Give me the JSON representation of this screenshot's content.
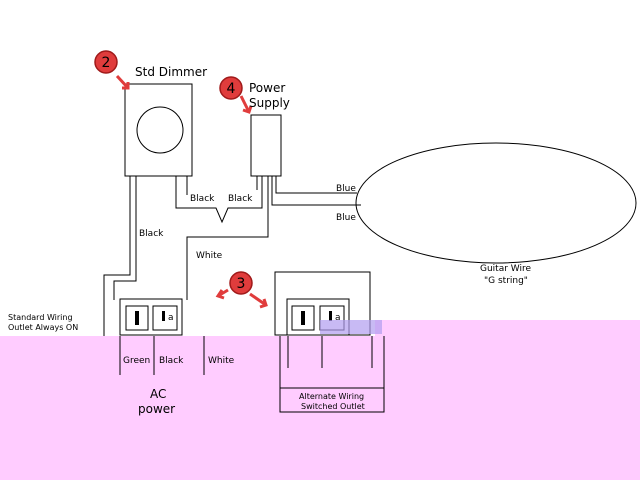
{
  "colors": {
    "background": "#ffffff",
    "pink_region": "#ffccff",
    "line": "#000000",
    "marker_fill": "#e03c3c",
    "marker_stroke": "#a01a1a",
    "highlight": "#b09cf0"
  },
  "markers": [
    {
      "number": "2"
    },
    {
      "number": "4"
    },
    {
      "number": "3"
    }
  ],
  "labels": {
    "dimmer": "Std Dimmer",
    "power_supply_line1": "Power",
    "power_supply_line2": "Supply",
    "black_left": "Black",
    "black_right": "Black",
    "black_vertical": "Black",
    "white_top": "White",
    "blue_top": "Blue",
    "blue_bottom": "Blue",
    "guitar_wire_line1": "Guitar Wire",
    "guitar_wire_line2": "\"G string\"",
    "standard_wiring_line1": "Standard Wiring",
    "standard_wiring_line2": "Outlet Always ON",
    "green": "Green",
    "black_bottom": "Black",
    "white_bottom": "White",
    "ac_line1": "AC",
    "ac_line2": "power",
    "alternate_line1": "Alternate Wiring",
    "alternate_line2": "Switched Outlet"
  }
}
